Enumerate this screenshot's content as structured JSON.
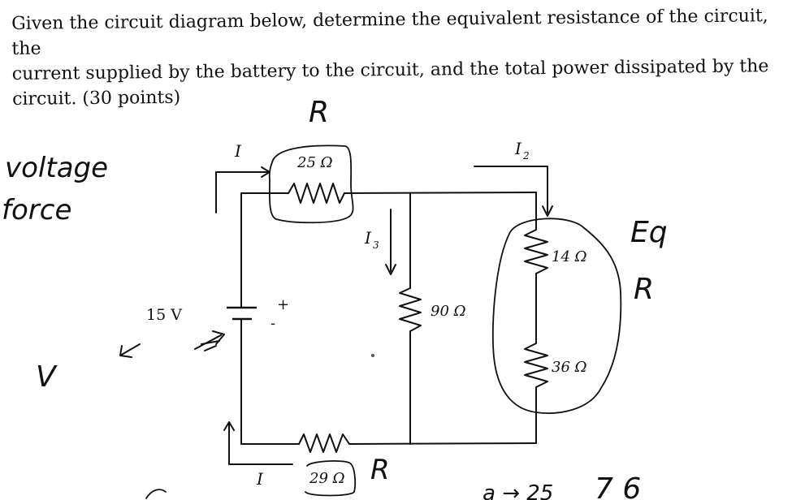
{
  "question": {
    "line1": "Given the circuit diagram below, determine the equivalent resistance of the circuit, the",
    "line2": "current supplied by the battery to the circuit, and the total power dissipated by the",
    "line3": "circuit. (30 points)"
  },
  "circuit": {
    "battery_label": "15 V",
    "battery_plus": "+",
    "battery_minus": "-",
    "resistors": {
      "r25": "25 Ω",
      "r90": "90 Ω",
      "r14": "14 Ω",
      "r36": "36 Ω",
      "r29": "29 Ω"
    },
    "currents": {
      "top": "I",
      "bottom": "I",
      "i2_main": "I",
      "i2_sub": "2",
      "i3_main": "I",
      "i3_sub": "3"
    }
  },
  "annotations": {
    "r_top": "R",
    "voltage_word": "voltage",
    "force_word": "force",
    "eq_word": "Eq",
    "r_right": "R",
    "r_bottom": "R",
    "v_symbol": "V",
    "bottom_scribble": "a → 25",
    "bottom_right": "7 6"
  }
}
